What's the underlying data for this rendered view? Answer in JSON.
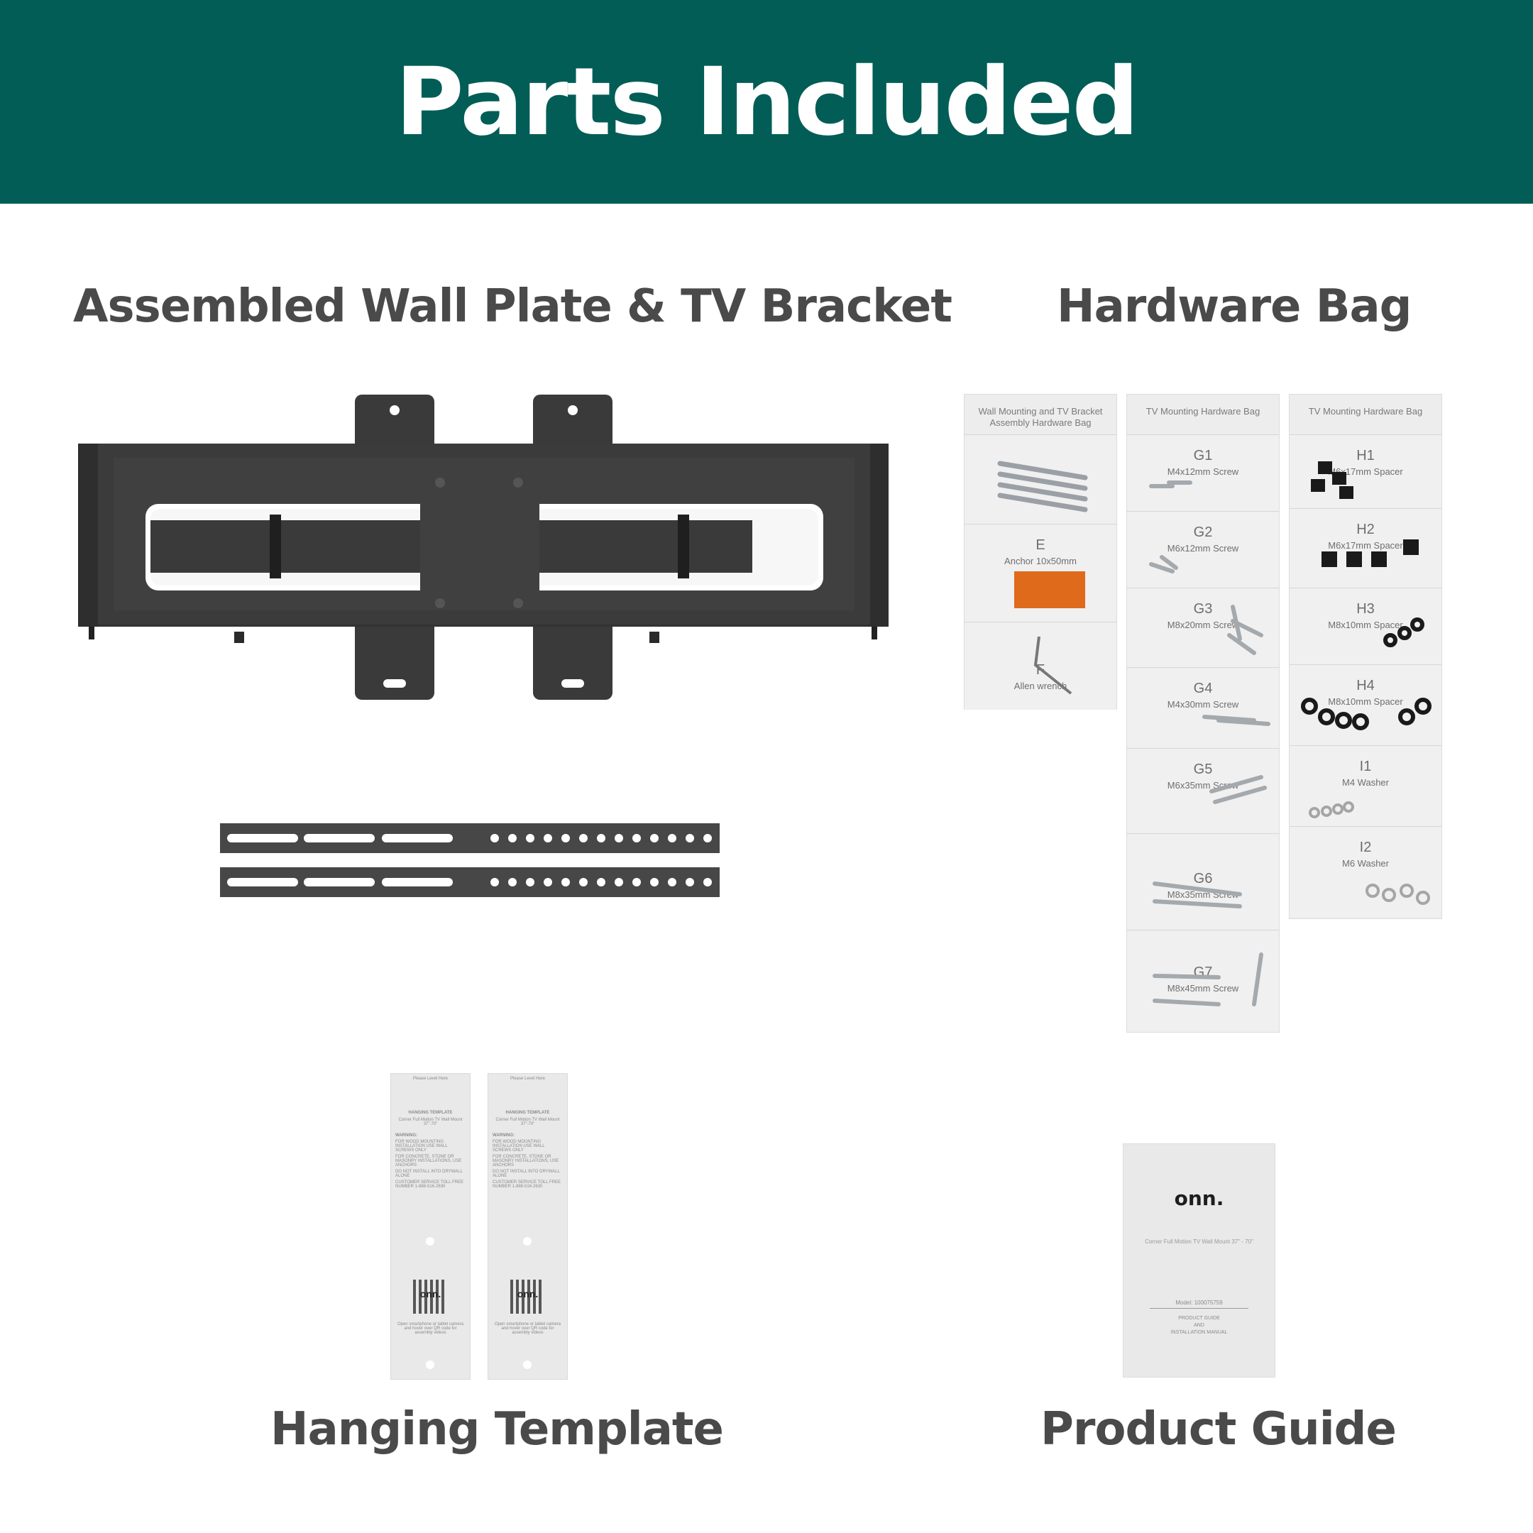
{
  "header": {
    "title": "Parts Included",
    "background": "#025d56"
  },
  "sections": {
    "bracket": "Assembled Wall Plate & TV Bracket",
    "hardware": "Hardware Bag",
    "template": "Hanging Template",
    "guide": "Product Guide"
  },
  "bags": [
    {
      "title": "Wall Mounting and TV Bracket Assembly Hardware Bag",
      "pockets": [
        {
          "code": "",
          "desc": ""
        },
        {
          "code": "E",
          "desc": "Anchor 10x50mm"
        },
        {
          "code": "F",
          "desc": "Allen wrench"
        }
      ]
    },
    {
      "title": "TV Mounting Hardware Bag",
      "pockets": [
        {
          "code": "G1",
          "desc": "M4x12mm Screw"
        },
        {
          "code": "G2",
          "desc": "M6x12mm Screw"
        },
        {
          "code": "G3",
          "desc": "M8x20mm Screw"
        },
        {
          "code": "G4",
          "desc": "M4x30mm Screw"
        },
        {
          "code": "G5",
          "desc": "M6x35mm Screw"
        },
        {
          "code": "G6",
          "desc": "M8x35mm Screw"
        },
        {
          "code": "G7",
          "desc": "M8x45mm Screw"
        }
      ]
    },
    {
      "title": "TV Mounting Hardware Bag",
      "pockets": [
        {
          "code": "H1",
          "desc": "M6x17mm Spacer"
        },
        {
          "code": "H2",
          "desc": "M6x17mm Spacer"
        },
        {
          "code": "H3",
          "desc": "M8x10mm Spacer"
        },
        {
          "code": "H4",
          "desc": "M8x10mm Spacer"
        },
        {
          "code": "I1",
          "desc": "M4 Washer"
        },
        {
          "code": "I2",
          "desc": "M6 Washer"
        }
      ]
    }
  ],
  "template": {
    "top": "Please Level Here",
    "heading": "HANGING TEMPLATE",
    "sub": "Corner Full Motion TV Wall Mount 37\"-70\"",
    "warning": "WARNING:",
    "line1": "FOR WOOD MOUNTING INSTALLATION USE WALL SCREWS ONLY",
    "line2": "FOR CONCRETE, STONE OR MASONRY INSTALLATIONS, USE ANCHORS",
    "line3": "DO NOT INSTALL INTO DRYWALL ALONE",
    "line4": "CUSTOMER SERVICE TOLL FREE NUMBER 1-888-516-2630",
    "brand": "onn.",
    "foot": "Open smartphone or tablet camera and hover over QR code for assembly videos"
  },
  "guide": {
    "brand": "onn.",
    "product": "Corner Full Motion TV Wall Mount 37\" - 70\"",
    "model": "Model: 100075759",
    "doc1": "PRODUCT GUIDE",
    "doc2": "AND",
    "doc3": "INSTALLATION MANUAL"
  }
}
